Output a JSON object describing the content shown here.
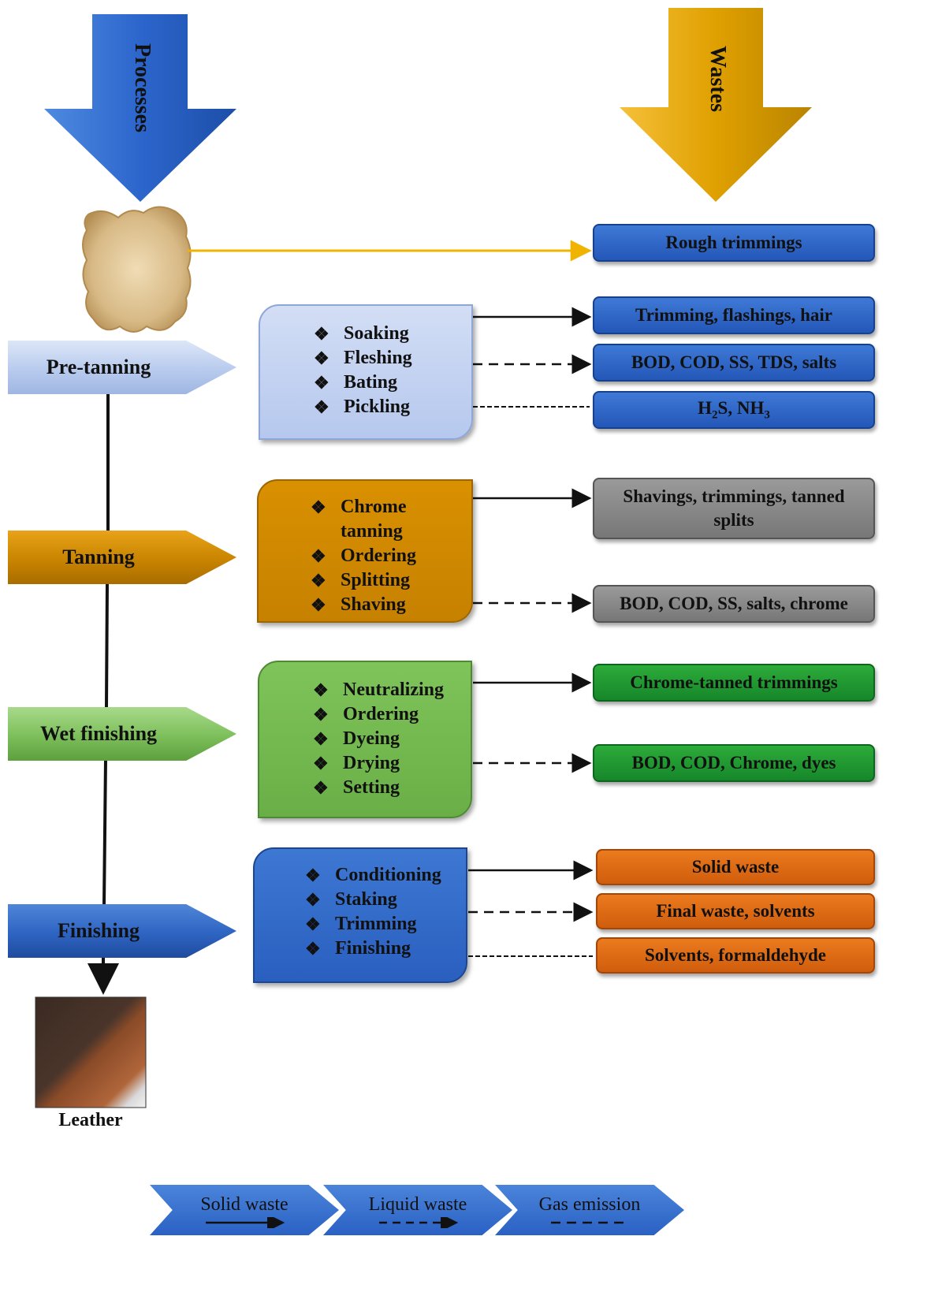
{
  "headers": {
    "processes": "Processes",
    "wastes": "Wastes"
  },
  "steps": {
    "pre_tanning": "Pre-tanning",
    "tanning": "Tanning",
    "wet_finishing": "Wet finishing",
    "finishing": "Finishing"
  },
  "processes": {
    "pre_tanning": [
      "Soaking",
      "Fleshing",
      "Bating",
      "Pickling"
    ],
    "tanning": [
      "Chrome tanning",
      "Ordering",
      "Splitting",
      "Shaving"
    ],
    "wet_finishing": [
      "Neutralizing",
      "Ordering",
      "Dyeing",
      "Drying",
      "Setting"
    ],
    "finishing": [
      "Conditioning",
      "Staking",
      "Trimming",
      "Finishing"
    ]
  },
  "wastes": {
    "rough_trimmings": "Rough trimmings",
    "pre_solid": "Trimming, flashings, hair",
    "pre_liquid": "BOD, COD, SS, TDS, salts",
    "pre_gas_main": "H",
    "pre_gas_sub1": "2",
    "pre_gas_mid": "S, NH",
    "pre_gas_sub2": "3",
    "tan_solid": "Shavings, trimmings, tanned splits",
    "tan_liquid": "BOD, COD, SS, salts, chrome",
    "wet_solid": "Chrome-tanned trimmings",
    "wet_liquid": "BOD, COD, Chrome, dyes",
    "fin_solid": "Solid waste",
    "fin_liquid": "Final waste, solvents",
    "fin_gas": "Solvents, formaldehyde"
  },
  "leather_label": "Leather",
  "legend": {
    "solid": "Solid waste",
    "liquid": "Liquid waste",
    "gas": "Gas emission"
  },
  "colors": {
    "processes_arrow": "#2a63c7",
    "wastes_arrow": "#e0a100",
    "rough_trimmings_link": "#f0b400"
  }
}
